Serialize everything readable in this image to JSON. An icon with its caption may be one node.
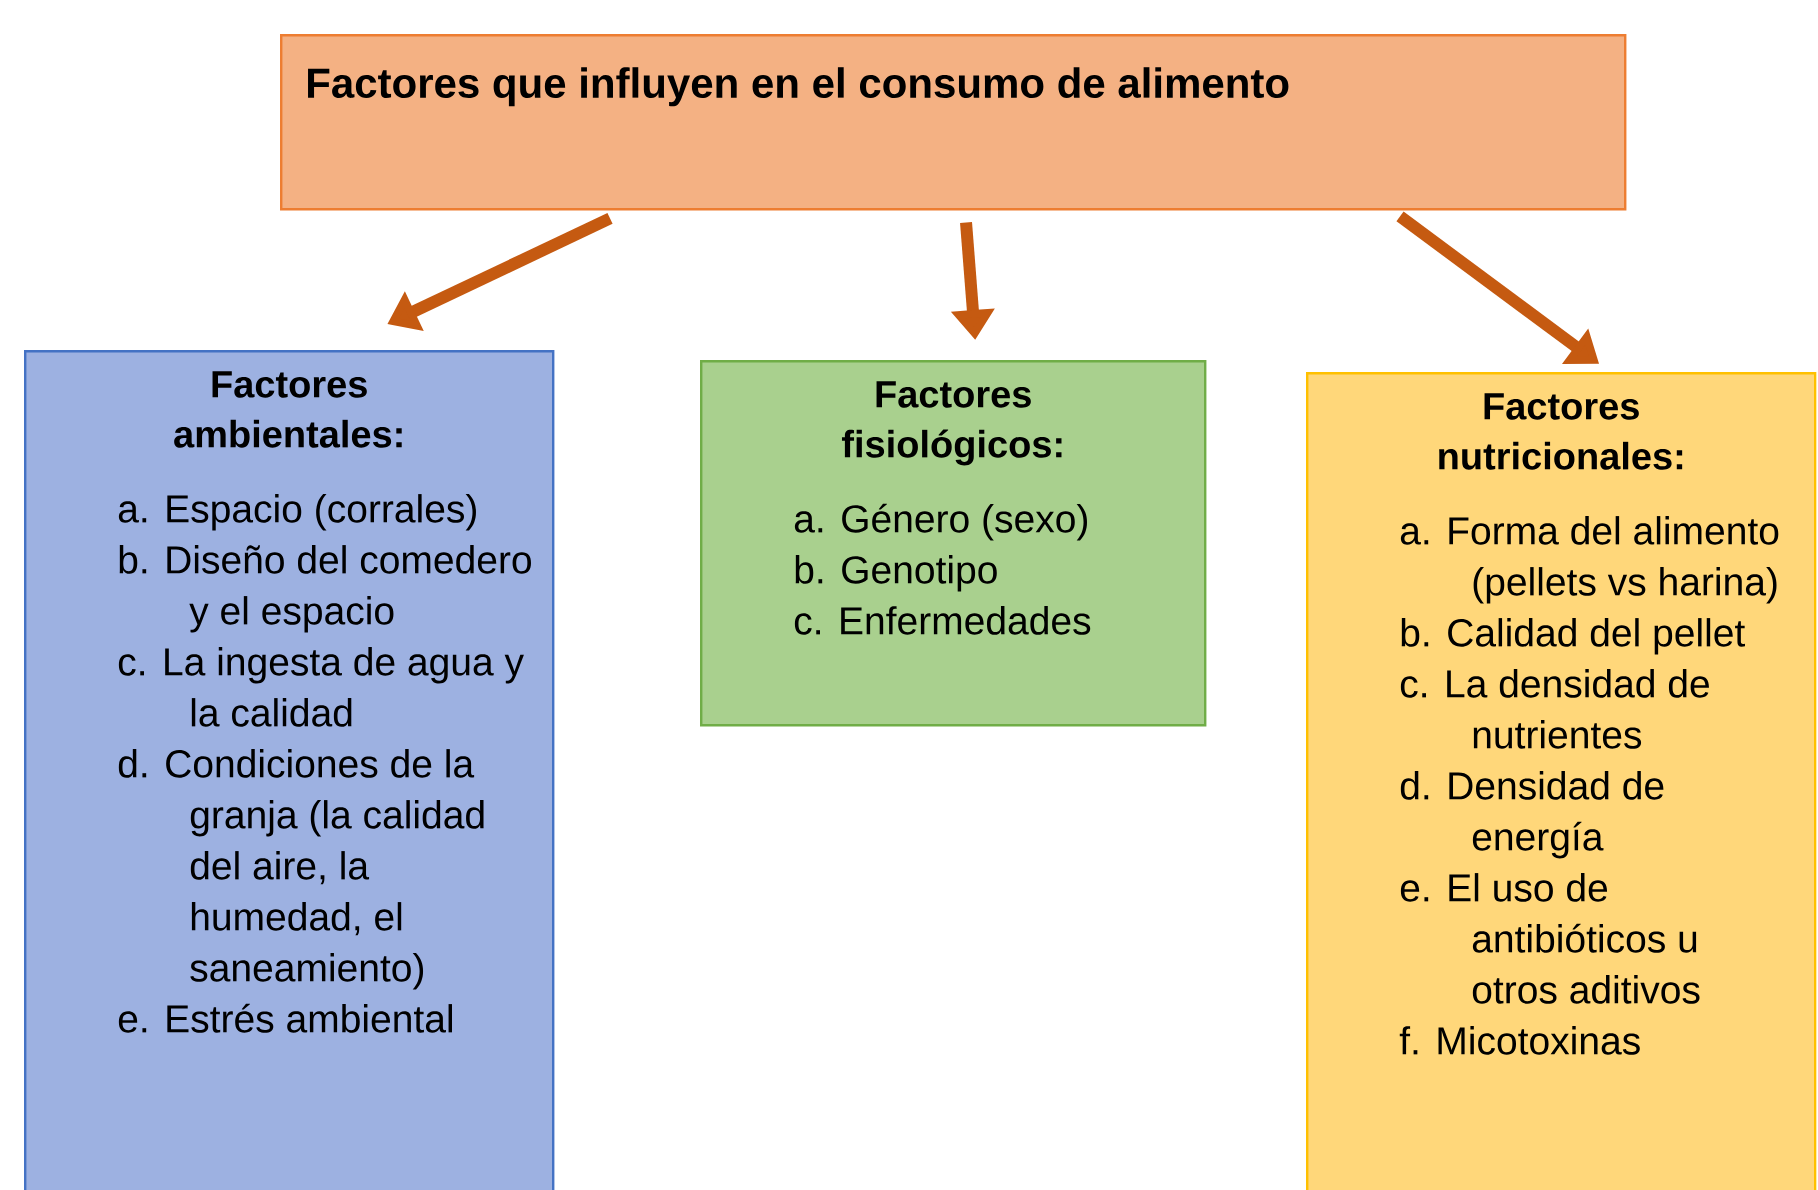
{
  "diagram": {
    "nodes": [
      {
        "text": [
          "Factores que influyen en el consumo de alimento"
        ]
      },
      {
        "text": [
          "Factores ambientales:",
          "a. Espacio (corrales)",
          "b. Diseño del comedero y el espacio",
          "c. La ingesta de agua y la calidad",
          "d. Condiciones de la granja (la calidad del aire, la humedad, el saneamiento)",
          "e. Estrés ambiental"
        ]
      },
      {
        "text": [
          "Factores fisiológicos:",
          "a. Género (sexo)",
          "b. Genotipo",
          "c. Enfermedades"
        ]
      },
      {
        "text": [
          "Factores nutricionales:",
          "a. Forma del alimento (pellets vs harina)",
          "b. Calidad del pellet",
          "c. La densidad de nutrientes",
          "d. Densidad de energía",
          "e. El uso de antibióticos u otros aditivos",
          "f. Micotoxinas"
        ]
      }
    ],
    "edges": [
      {
        "from": 0,
        "to": 1,
        "arrow": "to"
      },
      {
        "from": 0,
        "to": 2,
        "arrow": "to"
      },
      {
        "from": 0,
        "to": 3,
        "arrow": "to"
      }
    ]
  }
}
